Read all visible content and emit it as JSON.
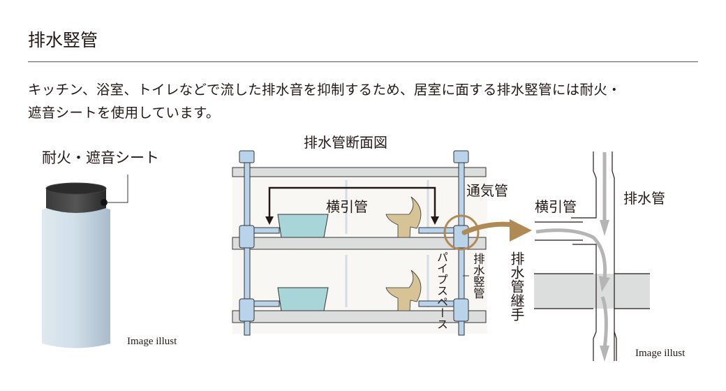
{
  "header": {
    "title": "排水竪管"
  },
  "description": {
    "line1": "キッチン、浴室、トイレなどで流した排水音を抑制するため、居室に面する排水竪管には耐火・",
    "line2": "遮音シートを使用しています。"
  },
  "sheet_figure": {
    "label": "耐火・遮音シート",
    "credit": "Image illust"
  },
  "section_figure": {
    "title": "排水管断面図",
    "horizontal_pipe": "横引管",
    "vent_pipe": "通気管",
    "pipe_space": "パイプスペース",
    "drain_stack": "排水竪管"
  },
  "joint_figure": {
    "horizontal_pipe": "横引管",
    "drain_pipe": "排水管",
    "joint": "排水管継手",
    "credit": "Image illust"
  },
  "colors": {
    "pipe": "#b9d3ea",
    "slab": "#dcdddd",
    "basin": "#a8d5d8",
    "toilet": "#d7c496",
    "highlight": "#b08a55",
    "flow": "#b5b5b5"
  }
}
